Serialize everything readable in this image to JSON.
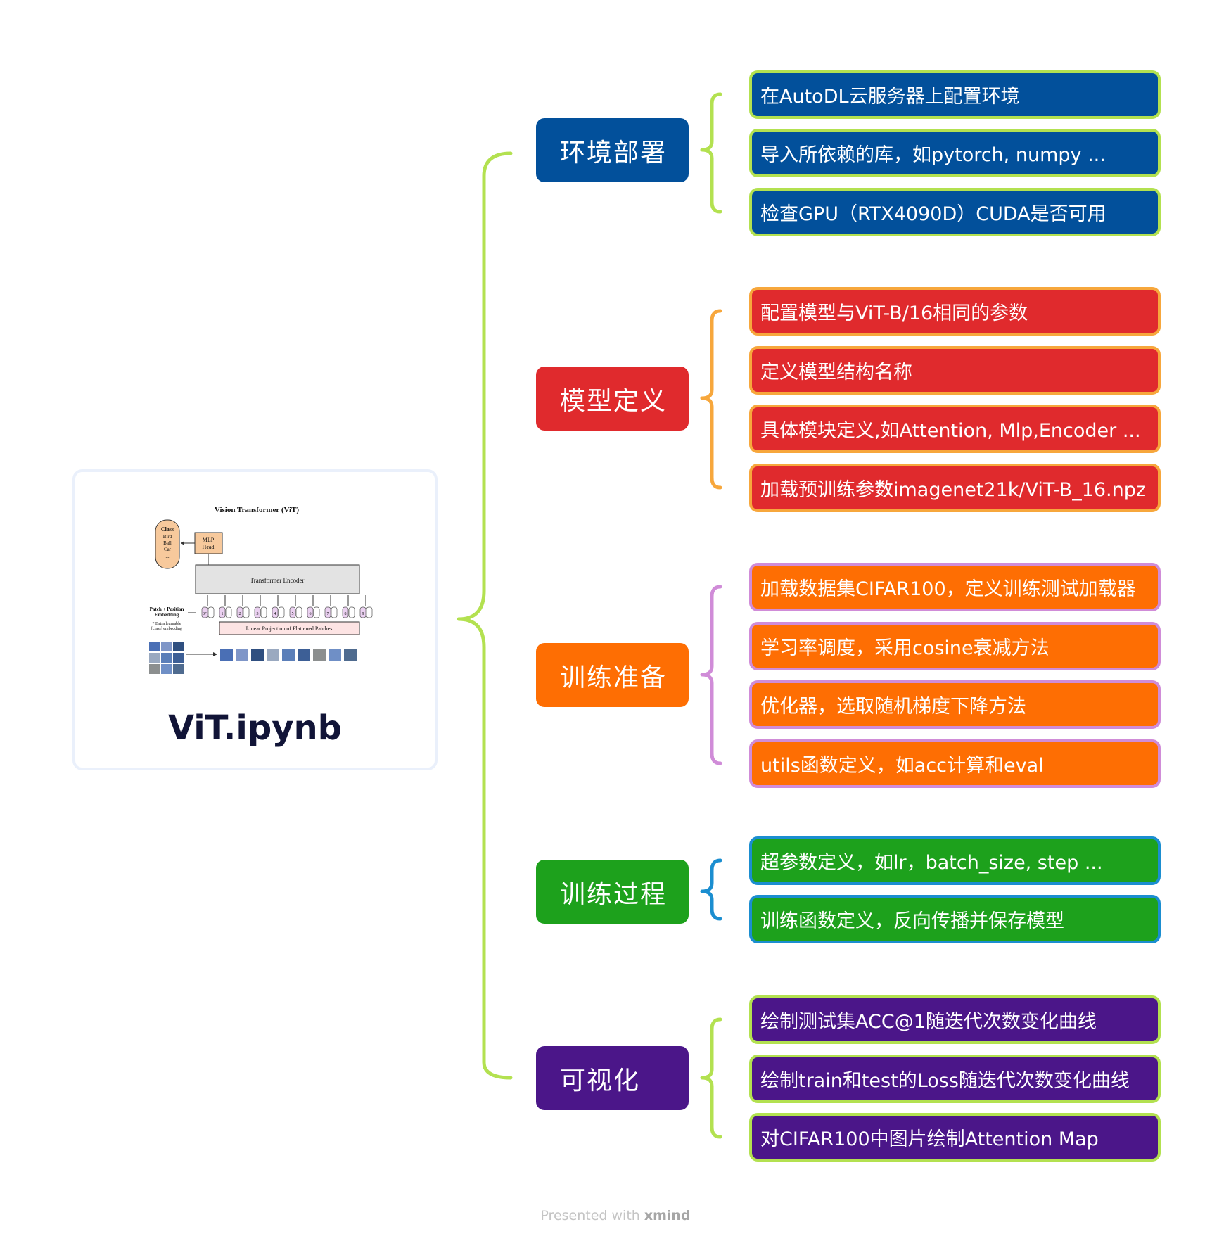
{
  "root": {
    "label": "ViT.ipynb"
  },
  "figure": {
    "title": "Vision Transformer (ViT)",
    "class_box": [
      "Class",
      "Bird",
      "Ball",
      "Car",
      "..."
    ],
    "mlp_head": [
      "MLP",
      "Head"
    ],
    "encoder": "Transformer Encoder",
    "pos_embed_label": [
      "Patch + Position",
      "Embedding"
    ],
    "extra_note": [
      "* Extra learnable",
      "[class] embedding"
    ],
    "projection": "Linear Projection of Flattened Patches",
    "tokens": [
      "0*",
      "1",
      "2",
      "3",
      "4",
      "5",
      "6",
      "7",
      "8",
      "9"
    ]
  },
  "topics": [
    {
      "label": "环境部署",
      "color": "#02509b",
      "line": "#b3e150",
      "items": [
        "在AutoDL云服务器上配置环境",
        "导入所依赖的库，如pytorch, numpy ...",
        "检查GPU（RTX4090D）CUDA是否可用"
      ],
      "leaf_bg": "#02509b",
      "leaf_border": "#b3e150"
    },
    {
      "label": "模型定义",
      "color": "#e02a2d",
      "line": "#f7a73c",
      "items": [
        "配置模型与ViT-B/16相同的参数",
        "定义模型结构名称",
        "具体模块定义,如Attention, Mlp,Encoder ...",
        "加载预训练参数imagenet21k/ViT-B_16.npz"
      ],
      "leaf_bg": "#e02a2d",
      "leaf_border": "#f7a73c"
    },
    {
      "label": "训练准备",
      "color": "#fe6e03",
      "line": "#d08cd8",
      "items": [
        "加载数据集CIFAR100，定义训练测试加载器",
        "学习率调度，采用cosine衰减方法",
        "优化器，选取随机梯度下降方法",
        "utils函数定义，如acc计算和eval"
      ],
      "leaf_bg": "#fe6e03",
      "leaf_border": "#d08cd8"
    },
    {
      "label": "训练过程",
      "color": "#1da11c",
      "line": "#1b8ed0",
      "items": [
        "超参数定义，如lr，batch_size, step ...",
        "训练函数定义，反向传播并保存模型"
      ],
      "leaf_bg": "#1da11c",
      "leaf_border": "#1b8ed0"
    },
    {
      "label": "可视化",
      "color": "#4b1689",
      "line": "#b3e150",
      "items": [
        "绘制测试集ACC@1随迭代次数变化曲线",
        "绘制train和test的Loss随迭代次数变化曲线",
        "对CIFAR100中图片绘制Attention Map"
      ],
      "leaf_bg": "#4b1689",
      "leaf_border": "#b3e150"
    }
  ],
  "footer": {
    "prefix": "Presented with ",
    "brand": "xmind"
  }
}
